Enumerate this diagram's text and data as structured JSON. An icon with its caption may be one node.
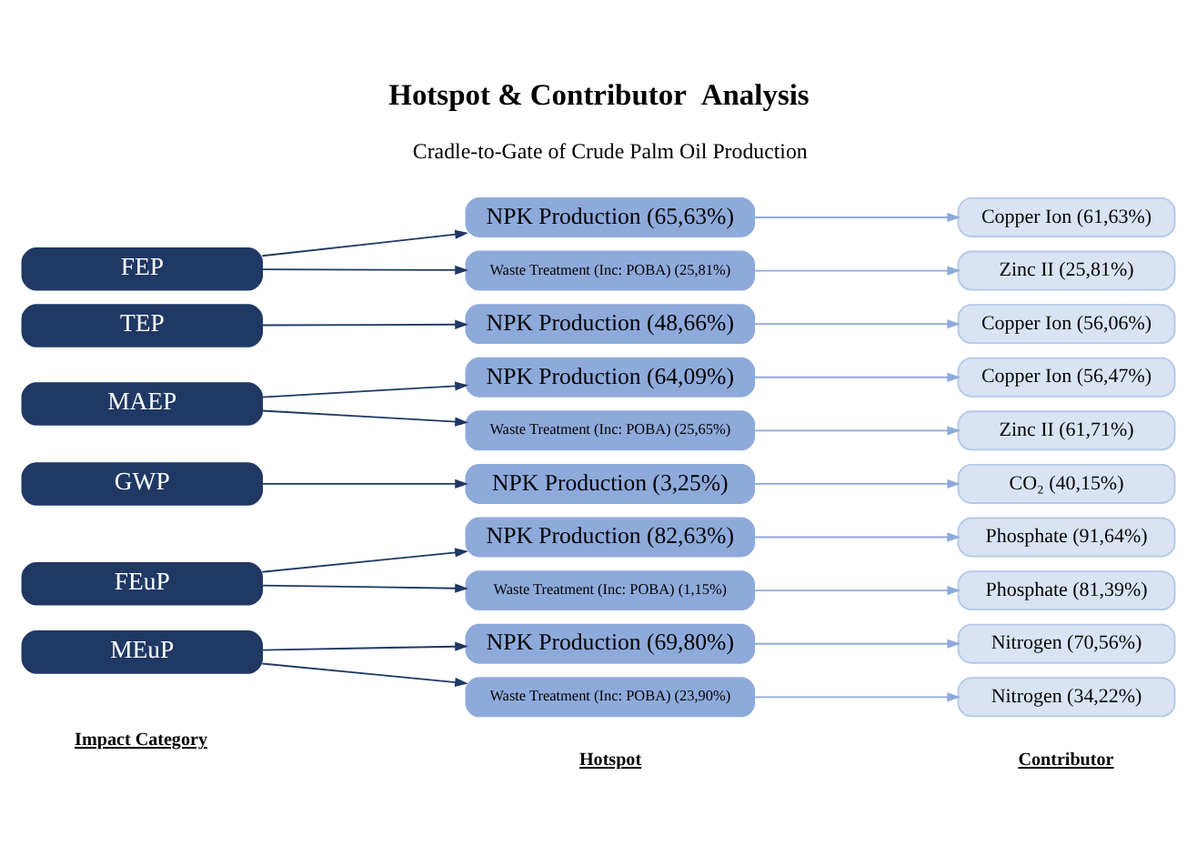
{
  "diagram": {
    "title": "Hotspot & Contributor  Analysis",
    "nodes": [
      {
        "text": [
          "FEP"
        ]
      },
      {
        "text": [
          "NPK Production (65,63%)"
        ]
      },
      {
        "text": [
          "Copper Ion (61,63%)"
        ]
      },
      {
        "text": [
          "Waste Treatment (Inc: POBA) (25,81%)"
        ]
      },
      {
        "text": [
          "Zinc II (25,81%)"
        ]
      },
      {
        "text": [
          "TEP"
        ]
      },
      {
        "text": [
          "NPK Production (48,66%)"
        ]
      },
      {
        "text": [
          "Copper Ion (56,06%)"
        ]
      },
      {
        "text": [
          "MAEP"
        ]
      },
      {
        "text": [
          "NPK Production (64,09%)"
        ]
      },
      {
        "text": [
          "Copper Ion (56,47%)"
        ]
      },
      {
        "text": [
          "Waste Treatment (Inc: POBA) (25,65%)"
        ]
      },
      {
        "text": [
          "Zinc II (61,71%)"
        ]
      },
      {
        "text": [
          "GWP"
        ]
      },
      {
        "text": [
          "NPK Production (3,25%)"
        ]
      },
      {
        "text": [
          "CO₂ (40,15%)"
        ]
      },
      {
        "text": [
          "FEuP"
        ]
      },
      {
        "text": [
          "NPK Production (82,63%)"
        ]
      },
      {
        "text": [
          "Phosphate (91,64%)"
        ]
      },
      {
        "text": [
          "Waste Treatment (Inc: POBA) (1,15%)"
        ]
      },
      {
        "text": [
          "Phosphate (81,39%)"
        ]
      },
      {
        "text": [
          "MEuP"
        ]
      },
      {
        "text": [
          "NPK Production (69,80%)"
        ]
      },
      {
        "text": [
          "Nitrogen (70,56%)"
        ]
      },
      {
        "text": [
          "Waste Treatment (Inc: POBA) (23,90%)"
        ]
      },
      {
        "text": [
          "Nitrogen (34,22%)"
        ]
      }
    ],
    "edges": [
      {
        "from": 0,
        "to": 1,
        "arrow": "to"
      },
      {
        "from": 1,
        "to": 2,
        "arrow": "to",
        "color": "#8eaadb"
      },
      {
        "from": 0,
        "to": 3,
        "arrow": "to"
      },
      {
        "from": 3,
        "to": 4,
        "arrow": "to",
        "color": "#8eaadb"
      },
      {
        "from": 5,
        "to": 6,
        "arrow": "to"
      },
      {
        "from": 6,
        "to": 7,
        "arrow": "to",
        "color": "#8eaadb"
      },
      {
        "from": 8,
        "to": 9,
        "arrow": "to"
      },
      {
        "from": 9,
        "to": 10,
        "arrow": "to",
        "color": "#8eaadb"
      },
      {
        "from": 8,
        "to": 11,
        "arrow": "to"
      },
      {
        "from": 11,
        "to": 12,
        "arrow": "to",
        "color": "#8eaadb"
      },
      {
        "from": 13,
        "to": 14,
        "arrow": "to"
      },
      {
        "from": 14,
        "to": 15,
        "arrow": "to",
        "color": "#8eaadb"
      },
      {
        "from": 16,
        "to": 17,
        "arrow": "to"
      },
      {
        "from": 17,
        "to": 18,
        "arrow": "to",
        "color": "#8eaadb"
      },
      {
        "from": 16,
        "to": 19,
        "arrow": "to"
      },
      {
        "from": 19,
        "to": 20,
        "arrow": "to",
        "color": "#8eaadb"
      },
      {
        "from": 21,
        "to": 22,
        "arrow": "to"
      },
      {
        "from": 22,
        "to": 23,
        "arrow": "to",
        "color": "#8eaadb"
      },
      {
        "from": 21,
        "to": 24,
        "arrow": "to"
      },
      {
        "from": 24,
        "to": 25,
        "arrow": "to",
        "color": "#8eaadb"
      }
    ],
    "labels": [
      "Cradle-to-Gate of Crude Palm Oil Production",
      "Impact Category",
      "Hotspot",
      "Contributor"
    ]
  }
}
